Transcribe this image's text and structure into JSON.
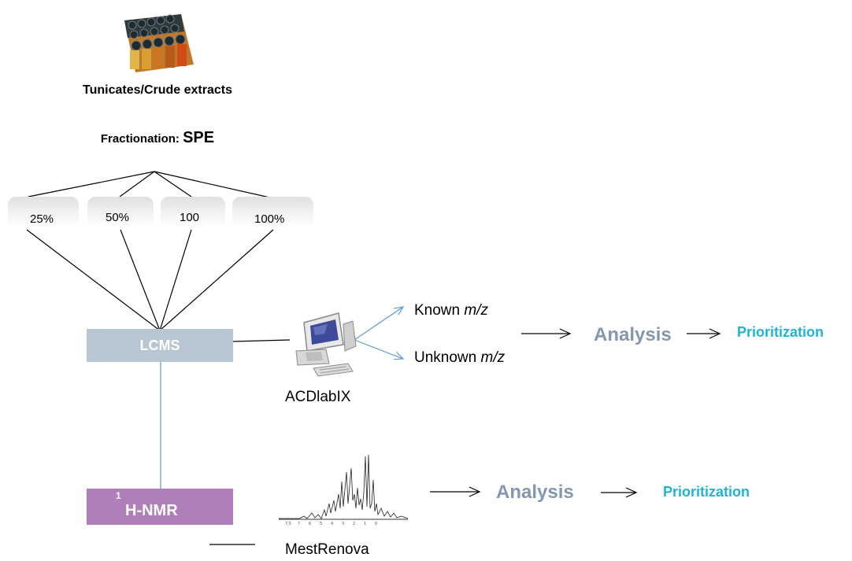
{
  "crude": {
    "title": "Tunicates/Crude extracts"
  },
  "fractionation": {
    "prefix": "Fractionation: ",
    "method": "SPE"
  },
  "fractions": [
    "25%",
    "50%",
    "100",
    "100%"
  ],
  "lcms": {
    "label": "LCMS",
    "software": "ACDlabIX",
    "known": {
      "text": "Known ",
      "unit": "m/z"
    },
    "unknown": {
      "text": "Unknown ",
      "unit": "m/z"
    },
    "analysis": "Analysis",
    "prioritization": "Prioritization"
  },
  "nmr": {
    "sup": "1",
    "label": "H-NMR",
    "software": "MestRenova",
    "analysis": "Analysis",
    "prioritization": "Prioritization"
  },
  "colors": {
    "lcms_box": "#b8c6d4",
    "nmr_box": "#b07fbb",
    "analysis_text": "#8497b0",
    "prioritization_text": "#1fb4d6",
    "branch_arrows": "#5b9bd5"
  }
}
